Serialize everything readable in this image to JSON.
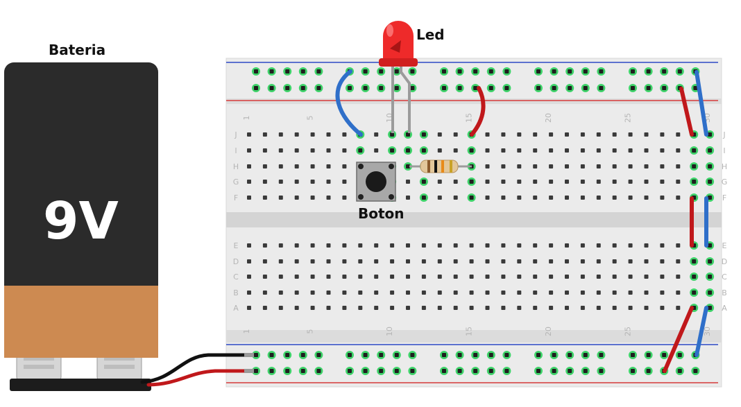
{
  "labels": {
    "battery": "Bateria",
    "battery_voltage": "9V",
    "led": "Led",
    "button": "Boton"
  },
  "breadboard": {
    "row_letters_top": [
      "J",
      "I",
      "H",
      "G",
      "F"
    ],
    "row_letters_bottom": [
      "E",
      "D",
      "C",
      "B",
      "A"
    ],
    "column_numbers": [
      "1",
      "5",
      "10",
      "15",
      "20",
      "25",
      "30"
    ]
  },
  "colors": {
    "battery_body": "#2b2b2b",
    "battery_band": "#cd8a51",
    "wire_red": "#c0181b",
    "wire_blue": "#2f6fc9",
    "wire_black": "#111111",
    "led_red": "#ee2a2a",
    "hole_green": "#3fd36a",
    "rail_blue": "#2d49c4",
    "rail_red": "#d63a3a"
  }
}
